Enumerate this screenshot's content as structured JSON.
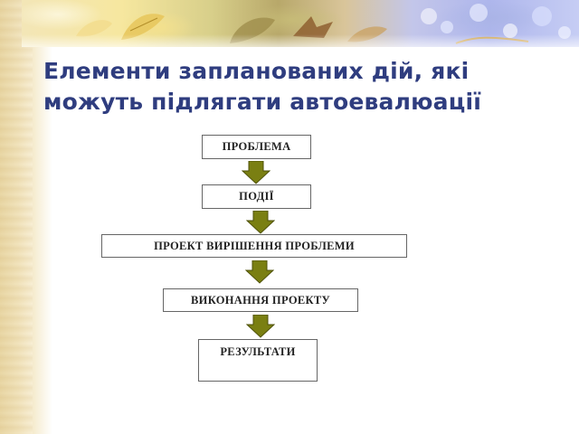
{
  "slide": {
    "title_lines": [
      "Елементи запланованих дій, які",
      "можуть підлягати автоевалюації"
    ]
  },
  "flowchart": {
    "steps": [
      {
        "label": "ПРОБЛЕМА"
      },
      {
        "label": "ПОДІЇ"
      },
      {
        "label": "ПРОЕКТ ВИРІШЕННЯ ПРОБЛЕМИ"
      },
      {
        "label": "ВИКОНАННЯ ПРОЕКТУ"
      },
      {
        "label": "РЕЗУЛЬТАТИ"
      }
    ],
    "arrow_color": "#7a7f12",
    "arrow_outline": "#4f520a",
    "box_border_color": "#666666"
  },
  "theme": {
    "title_color": "#2f3d7f",
    "strip_color": "#ecdcae"
  }
}
